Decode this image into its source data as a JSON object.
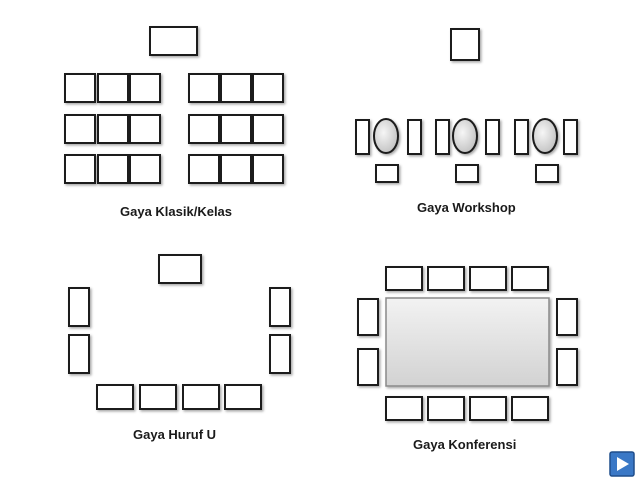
{
  "labels": {
    "klasik": "Gaya Klasik/Kelas",
    "workshop": "Gaya Workshop",
    "huruf_u": "Gaya Huruf U",
    "konferensi": "Gaya Konferensi"
  },
  "colors": {
    "stroke": "#1a1a1a",
    "fill": "#ffffff",
    "conference_table": "#e4e4e4",
    "button_fill": "#3a78c6",
    "button_border": "#1f4e8c",
    "button_arrow": "#ffffff"
  },
  "icons": {
    "next": "next-slide-arrow-icon"
  }
}
